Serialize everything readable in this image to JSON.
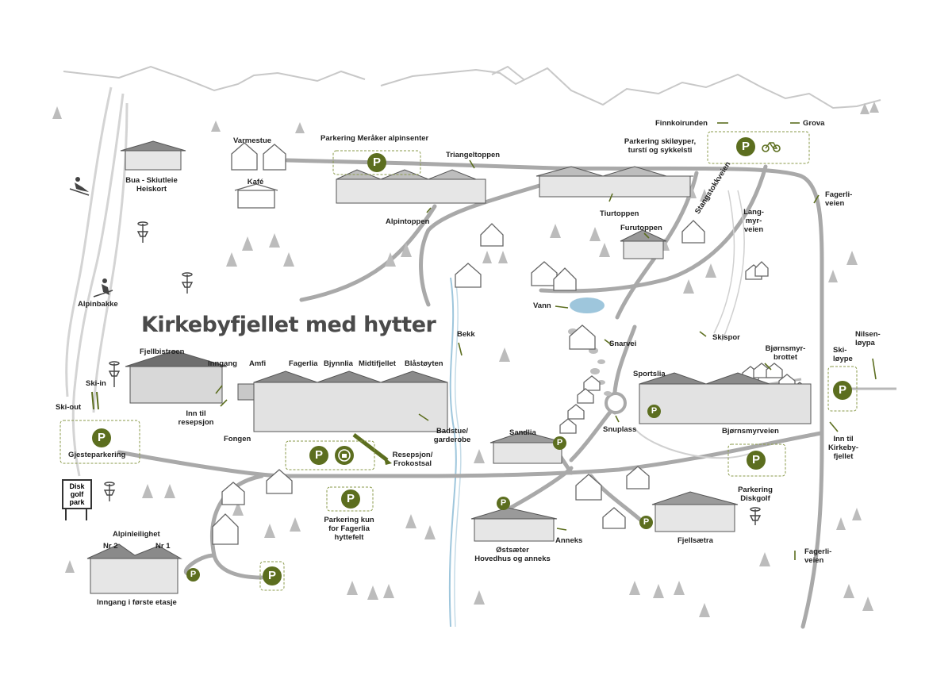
{
  "map": {
    "title": "Kirkebyfjellet med hytter",
    "labels": {
      "varmestue": "Varmestue",
      "kafe": "Kafé",
      "parkering_alpinsenter": "Parkering Meråker alpinsenter",
      "triangeltoppen": "Triangeltoppen",
      "alpintoppen": "Alpintoppen",
      "bua": "Bua - Skiutleie\nHeiskort",
      "alpinbakke": "Alpinbakke",
      "finnkoirunden": "Finnkoirunden",
      "grova": "Grova",
      "parkering_skiloyper": "Parkering skiløyper,\nturstí og sykkelsti",
      "tiurtoppen": "Tiurtoppen",
      "furutoppen": "Furutoppen",
      "stangstokkveien": "Stangstokkveien",
      "langmyrveien": "Lang-\nmyr-\nveien",
      "fagerliveien_top": "Fagerli-\nveien",
      "vann": "Vann",
      "bekk": "Bekk",
      "snarvei": "Snarvei",
      "skispor": "Skispor",
      "nilsenloypa": "Nilsen-\nløypa",
      "skiloype": "Ski-\nløype",
      "bjornsmyrbrottet": "Bjørnsmyr-\nbrottet",
      "sportslia": "Sportslia",
      "fjellbistroen": "Fjellbistroen",
      "inngang": "Inngang",
      "amfi": "Amfi",
      "fagerlia": "Fagerlia",
      "bjynnlia": "Bjynnlia",
      "midtifjellet": "Midtifjellet",
      "blastoyten": "Blåstøyten",
      "ski_in": "Ski-in",
      "ski_out": "Ski-out",
      "inn_til_resepsjon": "Inn til\nresepsjon",
      "fongen": "Fongen",
      "badstue": "Badstue/\ngarderobe",
      "resepsjon": "Resepsjon/\nFrokostsal",
      "gjesteparkering": "Gjesteparkering",
      "sandlia": "Sandlia",
      "snuplass": "Snuplass",
      "bjornsmyrveien": "Bjørnsmyrveien",
      "inn_til_kirkebyfjellet": "Inn til\nKirkeby-\nfjellet",
      "diskgolf_park": "Disk\ngolf\npark",
      "parkering_fagerlia": "Parkering kun\nfor Fagerlia\nhyttefelt",
      "parkering_diskgolf": "Parkering\nDiskgolf",
      "alpinleilighet": "Alpinleilighet",
      "nr2": "Nr 2",
      "nr1": "Nr 1",
      "inngang_forste": "Inngang i første etasje",
      "anneks": "Anneks",
      "ostsaeter": "Østsæter\nHovedhus og anneks",
      "fjellsaetra": "Fjellsætra",
      "fagerliveien_bottom": "Fagerli-\nveien"
    },
    "parking_symbol": "P",
    "icons": [
      "parking-icon",
      "bicycle-icon",
      "ev-charging-icon",
      "disc-golf-basket-icon",
      "skier-icon",
      "tree-icon",
      "cabin-icon",
      "mountain-icon",
      "arrow-icon"
    ],
    "colors": {
      "brand_green": "#5c6e1f",
      "road": "#a9a9a9",
      "water": "#9ec6dc",
      "mountain": "#c8c8c8",
      "tree": "#bcbcbc"
    }
  }
}
